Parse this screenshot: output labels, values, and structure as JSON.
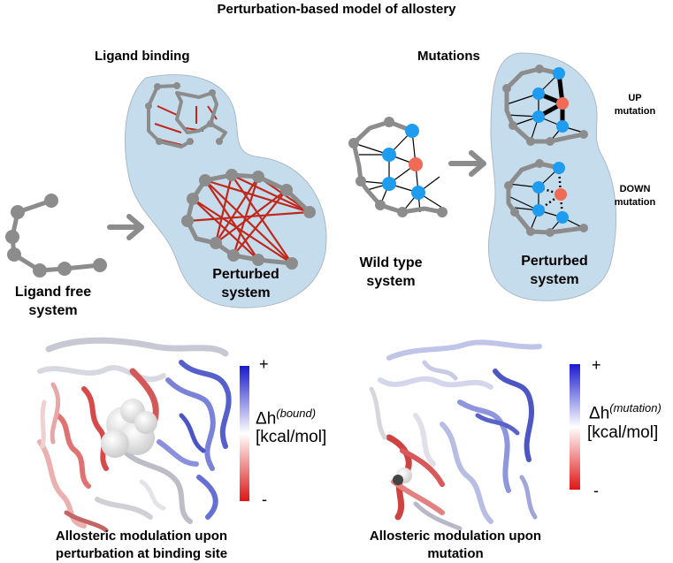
{
  "title": "Perturbation-based model of allostery",
  "sections": {
    "ligand_binding": "Ligand binding",
    "mutations": "Mutations"
  },
  "labels": {
    "ligand_free_line1": "Ligand free",
    "ligand_free_line2": "system",
    "perturbed1_line1": "Perturbed",
    "perturbed1_line2": "system",
    "wild_type_line1": "Wild type",
    "wild_type_line2": "system",
    "perturbed2_line1": "Perturbed",
    "perturbed2_line2": "system",
    "up_line1": "UP",
    "up_line2": "mutation",
    "down_line1": "DOWN",
    "down_line2": "mutation"
  },
  "scales": {
    "bound": {
      "plus": "+",
      "minus": "-",
      "symbol": "Δh",
      "superscript": "(bound)",
      "unit": "[kcal/mol]"
    },
    "mutation": {
      "plus": "+",
      "minus": "-",
      "symbol": "Δh",
      "superscript": "(mutation)",
      "unit": "[kcal/mol]"
    }
  },
  "captions": {
    "left_line1": "Allosteric modulation upon",
    "left_line2": "perturbation at binding site",
    "right_line1": "Allosteric modulation upon",
    "right_line2": "mutation"
  },
  "colors": {
    "bubble": "#c5dcec",
    "chain": "#8c8c8c",
    "contact": "#c0281b",
    "node_blue": "#1e9cf0",
    "node_red": "#f06a55",
    "scale_top": "#1a1ad0",
    "scale_bottom": "#e01515"
  }
}
